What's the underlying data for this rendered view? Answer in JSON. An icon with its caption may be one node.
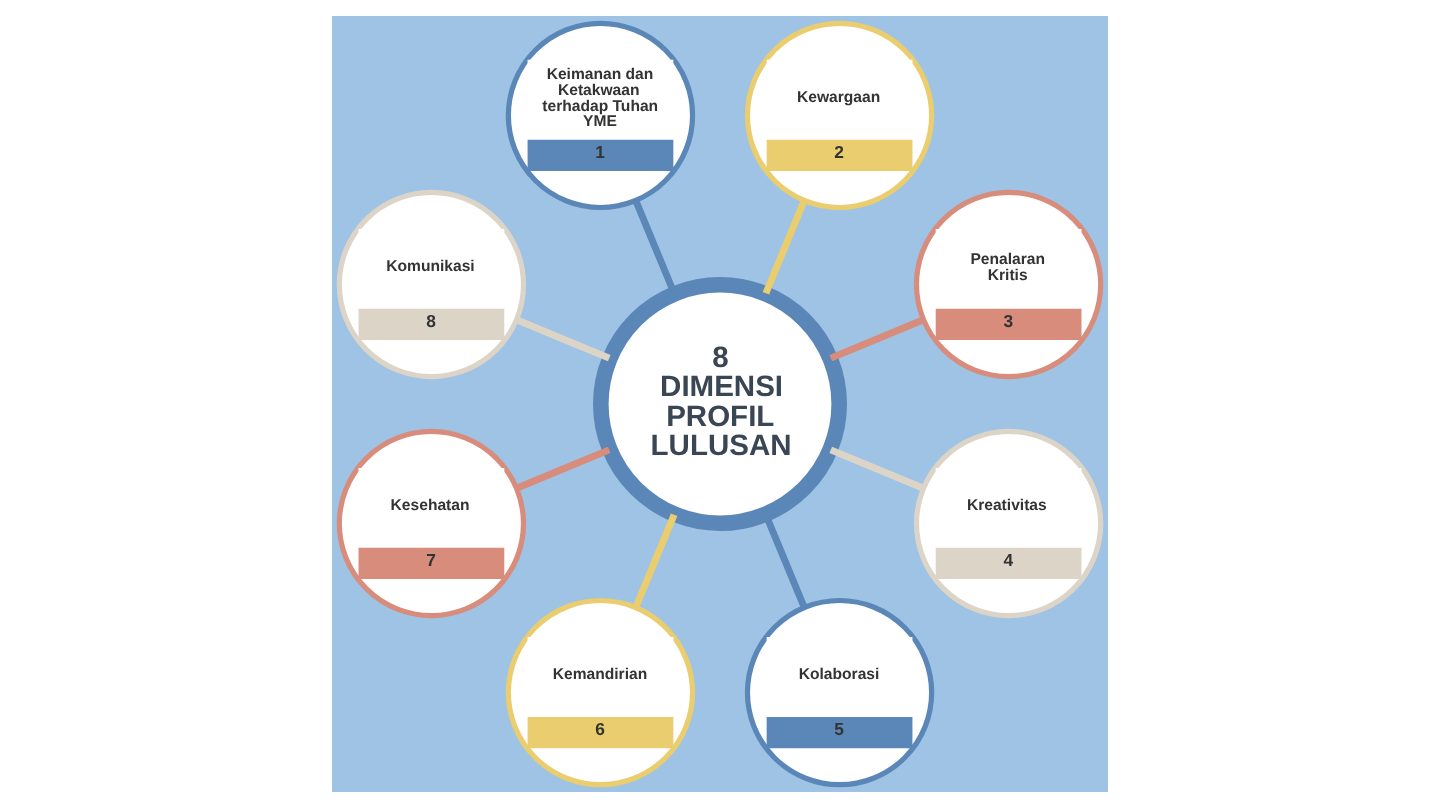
{
  "diagram": {
    "nodes": [
      {
        "text": [
          "8 DIMENSI PROFIL LULUSAN"
        ]
      },
      {
        "text": [
          "Keimanan dan Ketakwaan terhadap Tuhan YME",
          "1"
        ]
      },
      {
        "text": [
          "Kewargaan",
          "2"
        ]
      },
      {
        "text": [
          "Penalaran Kritis",
          "3"
        ]
      },
      {
        "text": [
          "Kreativitas",
          "4"
        ]
      },
      {
        "text": [
          "Kolaborasi",
          "5"
        ]
      },
      {
        "text": [
          "Kemandirian",
          "6"
        ]
      },
      {
        "text": [
          "Kesehatan",
          "7"
        ]
      },
      {
        "text": [
          "Komunikasi",
          "8"
        ]
      }
    ],
    "edges": [
      {
        "from": 0,
        "to": 1,
        "arrow": "none",
        "color": "#5b87b8"
      },
      {
        "from": 0,
        "to": 2,
        "arrow": "none",
        "color": "#e9cd6e"
      },
      {
        "from": 0,
        "to": 3,
        "arrow": "none",
        "color": "#d88c7b"
      },
      {
        "from": 0,
        "to": 4,
        "arrow": "none",
        "color": "#ddd4c8"
      },
      {
        "from": 0,
        "to": 5,
        "arrow": "none",
        "color": "#5b87b8"
      },
      {
        "from": 0,
        "to": 6,
        "arrow": "none",
        "color": "#e9cd6e"
      },
      {
        "from": 0,
        "to": 7,
        "arrow": "none",
        "color": "#d88c7b"
      },
      {
        "from": 0,
        "to": 8,
        "arrow": "none",
        "color": "#ddd4c8"
      }
    ]
  }
}
